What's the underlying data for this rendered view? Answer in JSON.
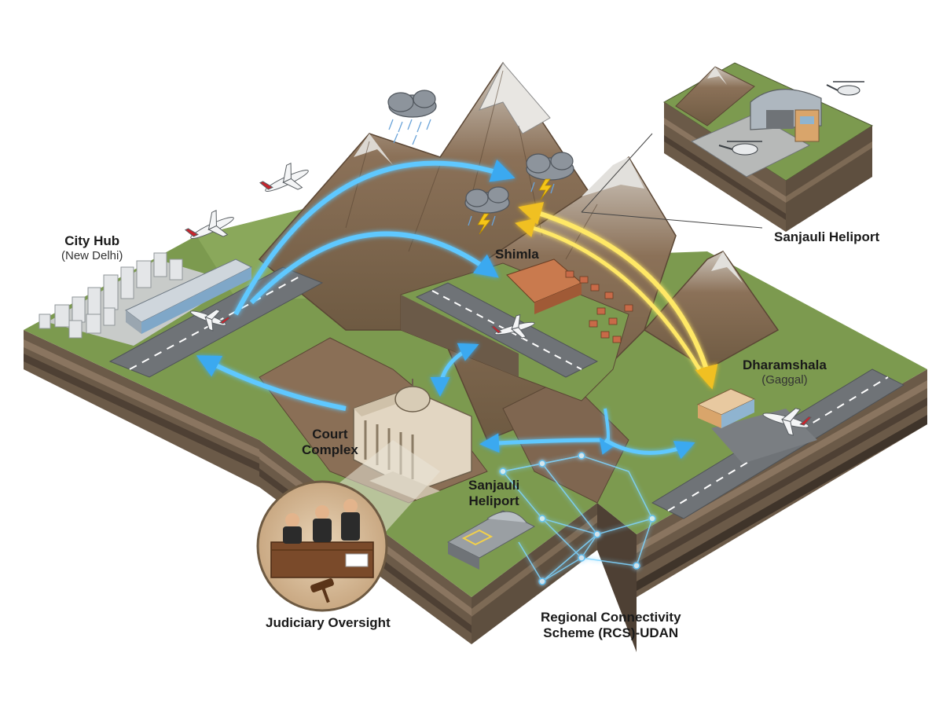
{
  "labels": {
    "city_hub": "City Hub",
    "city_hub_sub": "(New Delhi)",
    "shimla": "Shimla",
    "sanjauli_inset": "Sanjauli Heliport",
    "dharamshala": "Dharamshala",
    "dharamshala_sub": "(Gaggal)",
    "court_line1": "Court",
    "court_line2": "Complex",
    "sanjauli_line1": "Sanjauli",
    "sanjauli_line2": "Heliport",
    "judiciary": "Judiciary Oversight",
    "rcs_line1": "Regional Connectivity",
    "rcs_line2": "Scheme (RCS)-UDAN"
  },
  "colors": {
    "route_blue": "#5fc8ff",
    "route_yellow": "#ffe866",
    "grass": "#7c9a4f",
    "mountain": "#8b7158",
    "runway": "#6f7377",
    "soil_dark": "#4e4034",
    "network": "#7fd4ff"
  },
  "icons": [
    "airplane-icon",
    "helicopter-icon",
    "storm-cloud-icon",
    "gavel-icon",
    "courthouse-icon",
    "hangar-icon"
  ]
}
